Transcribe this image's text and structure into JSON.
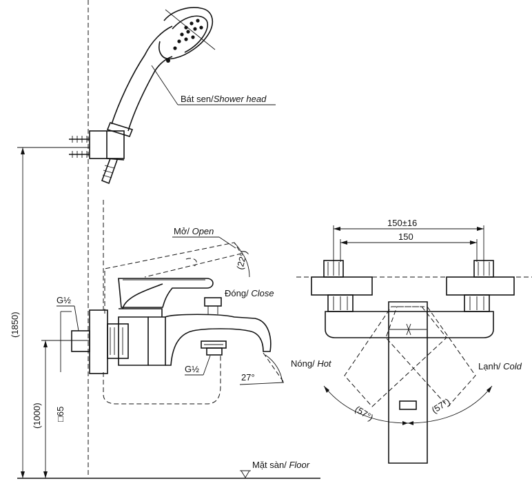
{
  "labels": {
    "shower_head_vi": "Bát sen/",
    "shower_head_en": "Shower head",
    "open_vi": "Mở/ ",
    "open_en": "Open",
    "close_vi": "Đóng/ ",
    "close_en": "Close",
    "hot_vi": "Nóng/ ",
    "hot_en": "Hot",
    "cold_vi": "Lạnh/ ",
    "cold_en": "Cold",
    "floor_vi": "Mặt sàn/ ",
    "floor_en": "Floor"
  },
  "dimensions": {
    "height_total": "(1850)",
    "height_inlet": "(1000)",
    "square": "□65",
    "thread_inlet": "G½",
    "thread_outlet": "G½",
    "spacing_range": "150±16",
    "spacing": "150",
    "angle_open": "(22°)",
    "angle_spout": "27°",
    "angle_hot": "(57°)",
    "angle_cold": "(57°)"
  }
}
